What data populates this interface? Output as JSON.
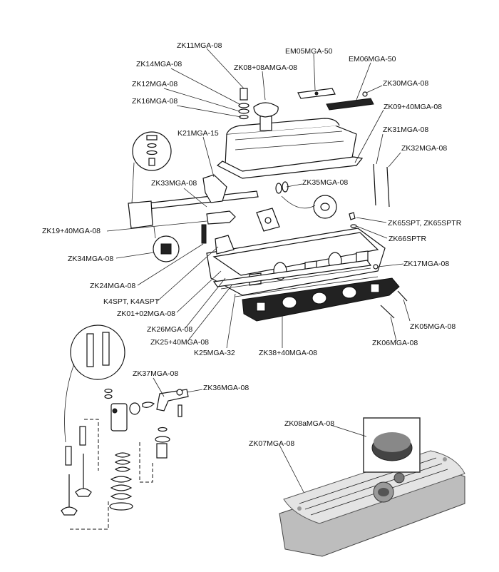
{
  "labels": {
    "zk11": "ZK11MGA-08",
    "zk14": "ZK14MGA-08",
    "zk08_08a": "ZK08+08AMGA-08",
    "em05": "EM05MGA-50",
    "em06": "EM06MGA-50",
    "zk12": "ZK12MGA-08",
    "zk30": "ZK30MGA-08",
    "zk16": "ZK16MGA-08",
    "zk09_40": "ZK09+40MGA-08",
    "k21": "K21MGA-15",
    "zk31": "ZK31MGA-08",
    "zk32": "ZK32MGA-08",
    "zk33": "ZK33MGA-08",
    "zk35": "ZK35MGA-08",
    "zk65": "ZK65SPT, ZK65SPTR",
    "zk19_40": "ZK19+40MGA-08",
    "zk66": "ZK66SPTR",
    "zk34": "ZK34MGA-08",
    "zk17": "ZK17MGA-08",
    "zk24": "ZK24MGA-08",
    "k4spt": "K4SPT, K4ASPT",
    "zk01_02": "ZK01+02MGA-08",
    "zk05": "ZK05MGA-08",
    "zk26": "ZK26MGA-08",
    "zk06": "ZK06MGA-08",
    "zk25_40": "ZK25+40MGA-08",
    "k25": "K25MGA-32",
    "zk38_40": "ZK38+40MGA-08",
    "zk37": "ZK37MGA-08",
    "zk36": "ZK36MGA-08",
    "zk08a": "ZK08aMGA-08",
    "zk07": "ZK07MGA-08"
  }
}
